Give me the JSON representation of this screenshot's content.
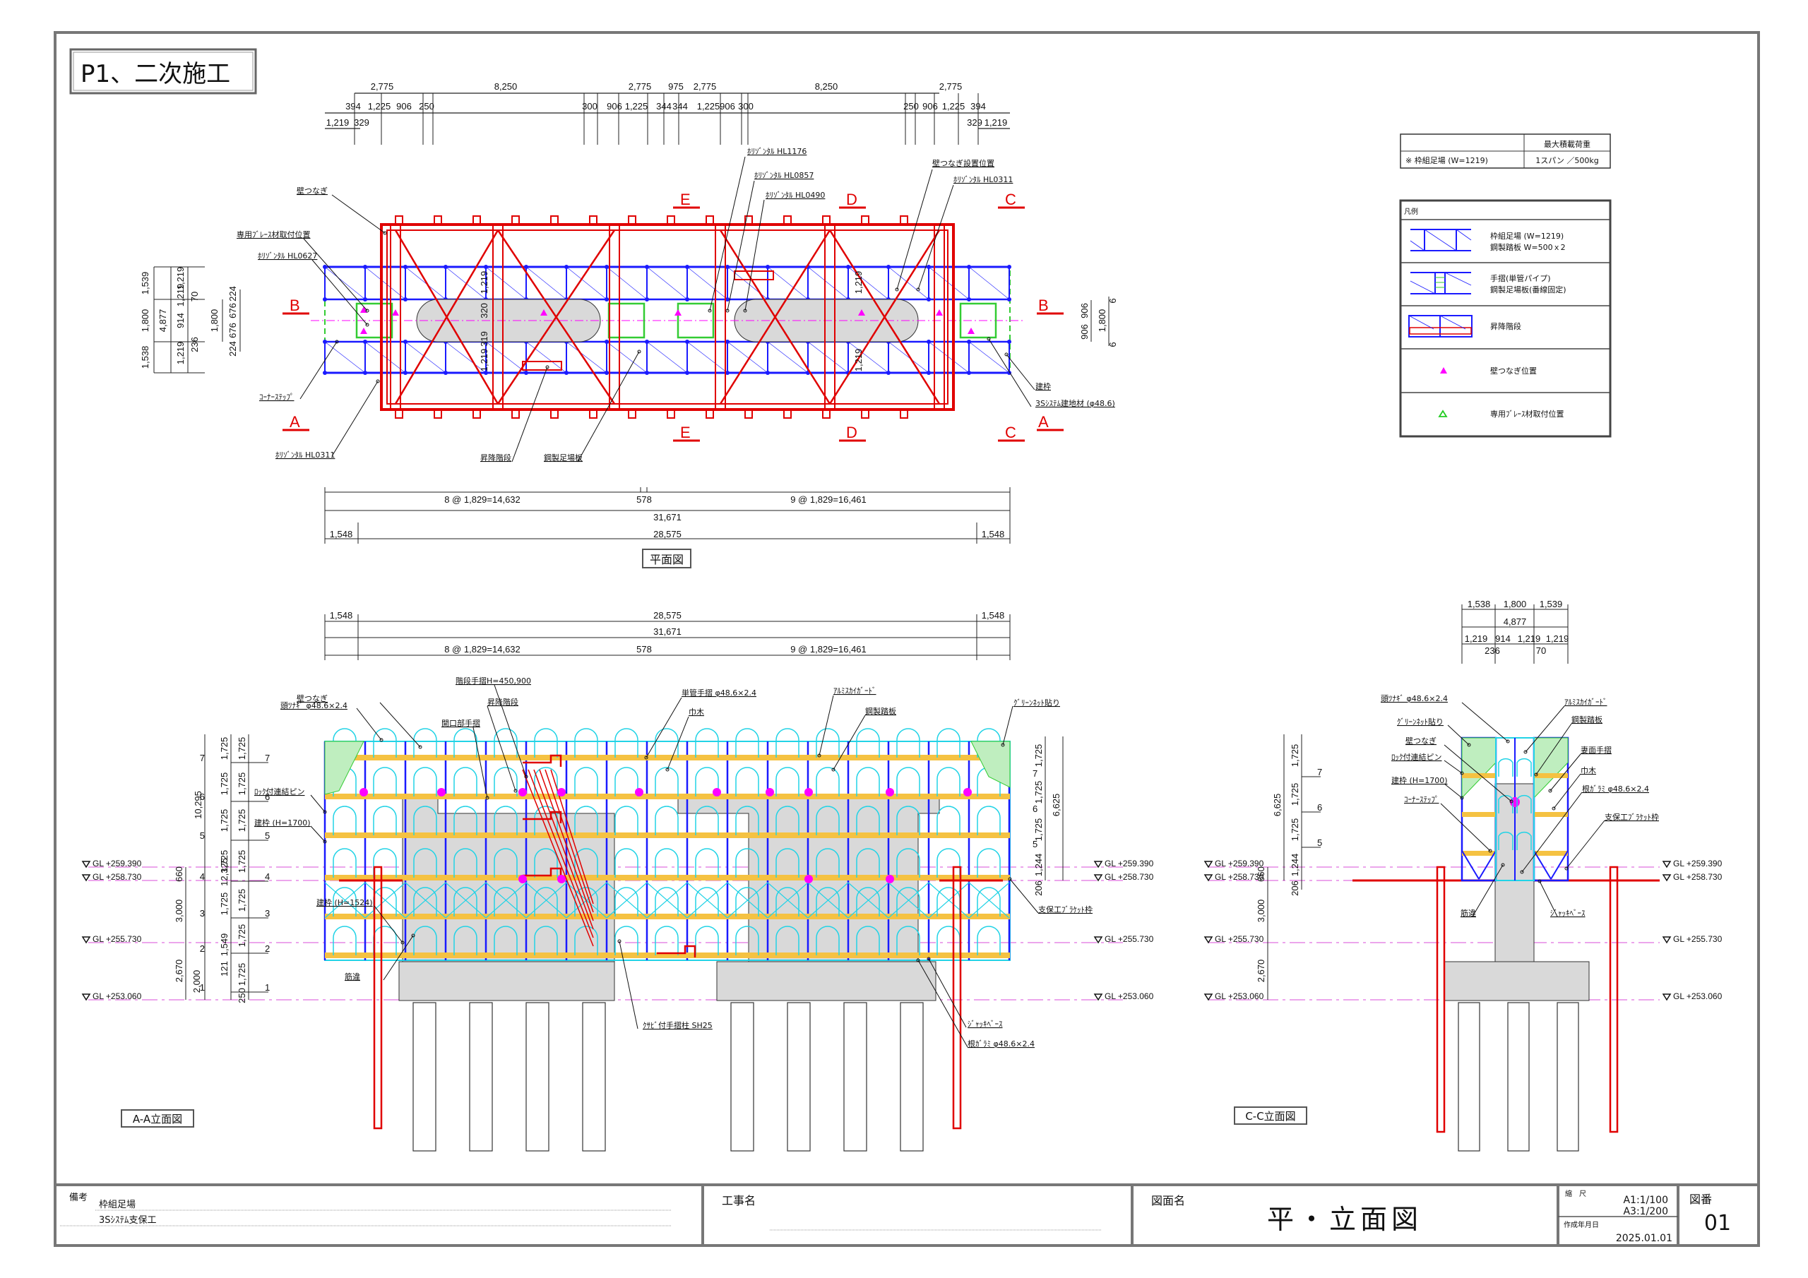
{
  "sheet": {
    "title": "P1、二次施工",
    "colors": {
      "frame": "#1a1aff",
      "handrail": "#22d3e6",
      "pier": "#d9d9d9",
      "support": "#e00000",
      "tie": "#ff00ff",
      "plank": "#f5c242",
      "net": "#33cc33",
      "gl_line": "#e070e0"
    }
  },
  "load_table": {
    "header": "最大積載荷重",
    "row_label": "※ 枠組足場 (W=1219)",
    "row_value": "1スパン ／500kg"
  },
  "legend": {
    "title": "凡例",
    "items": [
      {
        "line1": "枠組足場 (W=1219)",
        "line2": "鋼製踏板 W=500ｘ2",
        "icon": "frame-scaffold-icon"
      },
      {
        "line1": "手摺(単管パイプ)",
        "line2": "鋼製足場板(番線固定)",
        "icon": "handrail-plank-icon"
      },
      {
        "line1": "昇降階段",
        "line2": "",
        "icon": "stair-icon"
      },
      {
        "line1": "壁つなぎ位置",
        "line2": "",
        "icon": "wall-tie-triangle-icon"
      },
      {
        "line1": "専用ﾌﾞﾚｰｽ材取付位置",
        "line2": "",
        "icon": "brace-triangle-icon"
      }
    ]
  },
  "plan": {
    "caption": "平面図",
    "top_dims_row1": [
      "2,775",
      "8,250",
      "2,775",
      "975",
      "2,775",
      "8,250",
      "2,775"
    ],
    "top_dims_row2_left": [
      "394",
      "1,225",
      "906",
      "250"
    ],
    "top_dims_row2_mid": [
      "300",
      "906",
      "1,225",
      "344",
      "344",
      "1,225",
      "906",
      "300"
    ],
    "top_dims_row2_right": [
      "250",
      "906",
      "1,225",
      "394"
    ],
    "top_dims_row3": [
      "1,219",
      "329",
      "329",
      "1,219"
    ],
    "left_dims_outer": [
      "1,539",
      "1,800",
      "1,538"
    ],
    "left_dims_total": "4,877",
    "left_dims_inner": [
      "1,219",
      "1,219",
      "914",
      "1,219",
      "70",
      "236"
    ],
    "left_dims_small": [
      "224",
      "676",
      "676",
      "224",
      "1,800"
    ],
    "right_dims": [
      "6",
      "906",
      "906",
      "6",
      "1,800"
    ],
    "inner_dims": [
      "1,219",
      "320",
      "319",
      "1,219"
    ],
    "bottom_dims": {
      "row1_left": "8 @ 1,829=14,632",
      "row1_mid": "578",
      "row1_right": "9 @ 1,829=16,461",
      "row2": "31,671",
      "row3_left": "1,548",
      "row3_mid": "28,575",
      "row3_right": "1,548"
    },
    "section_marks": [
      "A",
      "B",
      "C",
      "D",
      "E"
    ],
    "labels": {
      "wall_tie": "壁つなぎ",
      "brace_pos": "専用ﾌﾞﾚｰｽ材取付位置",
      "hl0627": "ﾎﾘｿﾞﾝﾀﾙ HL0627",
      "corner_step": "ｺｰﾅｰｽﾃｯﾌﾟ",
      "hl0311_left": "ﾎﾘｿﾞﾝﾀﾙ HL0311",
      "stairs": "昇降階段",
      "steel_plank": "鋼製足場板",
      "hl1176": "ﾎﾘｿﾞﾝﾀﾙ HL1176",
      "hl0857": "ﾎﾘｿﾞﾝﾀﾙ HL0857",
      "hl0490": "ﾎﾘｿﾞﾝﾀﾙ HL0490",
      "wall_tie_pos": "壁つなぎ設置位置",
      "hl0311_right": "ﾎﾘｿﾞﾝﾀﾙ HL0311",
      "frame": "建枠",
      "base": "3Sｼｽﾃﾑ建地材 (φ48.6)"
    }
  },
  "elev_aa": {
    "caption": "A-A立面図",
    "top_dims": {
      "row1_left": "1,548",
      "row1_mid": "28,575",
      "row1_right": "1,548",
      "row2": "31,671",
      "row3_left": "8 @ 1,829=14,632",
      "row3_mid": "578",
      "row3_right": "9 @ 1,829=16,461"
    },
    "levels": [
      "1",
      "2",
      "3",
      "4",
      "5",
      "6",
      "7"
    ],
    "left_dims_a": [
      "1,725",
      "1,725",
      "1,725",
      "1,725",
      "1,725",
      "1,549",
      "121"
    ],
    "left_total_a": "10,295",
    "left_dims_b": [
      "1,725",
      "1,725",
      "1,725",
      "1,725",
      "1,725",
      "1,725",
      "1,725",
      "250"
    ],
    "left_total_b": "12,325",
    "gl_dims": [
      "660",
      "3,000",
      "2,670",
      "2,000"
    ],
    "right_dims": [
      "1,725",
      "1,725",
      "1,725",
      "1,244",
      "206"
    ],
    "right_total": "6,625",
    "gl_levels": [
      "GL +259.390",
      "GL +258.730",
      "GL +255.730",
      "GL +253.060"
    ],
    "labels": {
      "wall_tie": "壁つなぎ",
      "head_tie": "頭ﾂﾅｷﾞ φ48.6×2.4",
      "lock_pin": "ﾛｯｸ付連結ピン",
      "frame1700": "建枠 (H=1700)",
      "frame1524": "建枠 (H=1524)",
      "brace": "筋違",
      "stair_rail": "階段手摺H=450,900",
      "stairs": "昇降階段",
      "opening_rail": "開口部手摺",
      "pipe_rail": "単管手摺 φ48.6×2.4",
      "toe_board": "巾木",
      "sky_guard": "ｱﾙﾐｽｶｲｶﾞｰﾄﾞ",
      "steel_plank": "鋼製踏板",
      "green_net": "ｸﾞﾘｰﾝﾈｯﾄ貼り",
      "bracket": "支保工ﾌﾞﾗｹｯﾄ枠",
      "jack_base": "ｼﾞｬｯｷﾍﾞｰｽ",
      "sweeper": "根ｶﾞﾗﾐ φ48.6×2.4",
      "wedge_post": "ｸｻﾋﾞ付手摺柱 SH25"
    }
  },
  "elev_cc": {
    "caption": "C-C立面図",
    "top_dims": {
      "row1": [
        "1,538",
        "1,800",
        "1,539"
      ],
      "row2": "4,877",
      "row3": [
        "1,219",
        "914",
        "1,219",
        "1,219"
      ],
      "row4": [
        "236",
        "70"
      ]
    },
    "left_dims": [
      "1,725",
      "1,725",
      "1,725",
      "1,244",
      "206"
    ],
    "left_total": "6,625",
    "gl_dims": [
      "660",
      "3,000",
      "2,670"
    ],
    "levels": [
      "5",
      "6",
      "7"
    ],
    "gl_levels": [
      "GL +259.390",
      "GL +258.730",
      "GL +255.730",
      "GL +253.060"
    ],
    "labels": {
      "head_tie": "頭ﾂﾅｷﾞ φ48.6×2.4",
      "green_net": "ｸﾞﾘｰﾝﾈｯﾄ貼り",
      "wall_tie": "壁つなぎ",
      "lock_pin": "ﾛｯｸ付連結ピン",
      "frame1700": "建枠 (H=1700)",
      "corner_step": "ｺｰﾅｰｽﾃｯﾌﾟ",
      "brace": "筋違",
      "sky_guard": "ｱﾙﾐｽｶｲｶﾞｰﾄﾞ",
      "steel_plank": "鋼製踏板",
      "end_rail": "妻面手摺",
      "toe_board": "巾木",
      "sweeper": "根ｶﾞﾗﾐ φ48.6×2.4",
      "bracket": "支保工ﾌﾞﾗｹｯﾄ枠",
      "jack_base": "ｼﾞｬｯｷﾍﾞｰｽ"
    }
  },
  "title_block": {
    "remarks_label": "備考",
    "remarks_line1": "枠組足場",
    "remarks_line2": "3Sｼｽﾃﾑ支保工",
    "project_label": "工事名",
    "project_value": "",
    "drawing_label": "図面名",
    "drawing_name": "平・立面図",
    "scale_label": "縮　尺",
    "scale_a1": "A1:1/100",
    "scale_a3": "A3:1/200",
    "date_label": "作成年月日",
    "date_value": "2025.01.01",
    "sheet_label": "図番",
    "sheet_no": "01"
  }
}
